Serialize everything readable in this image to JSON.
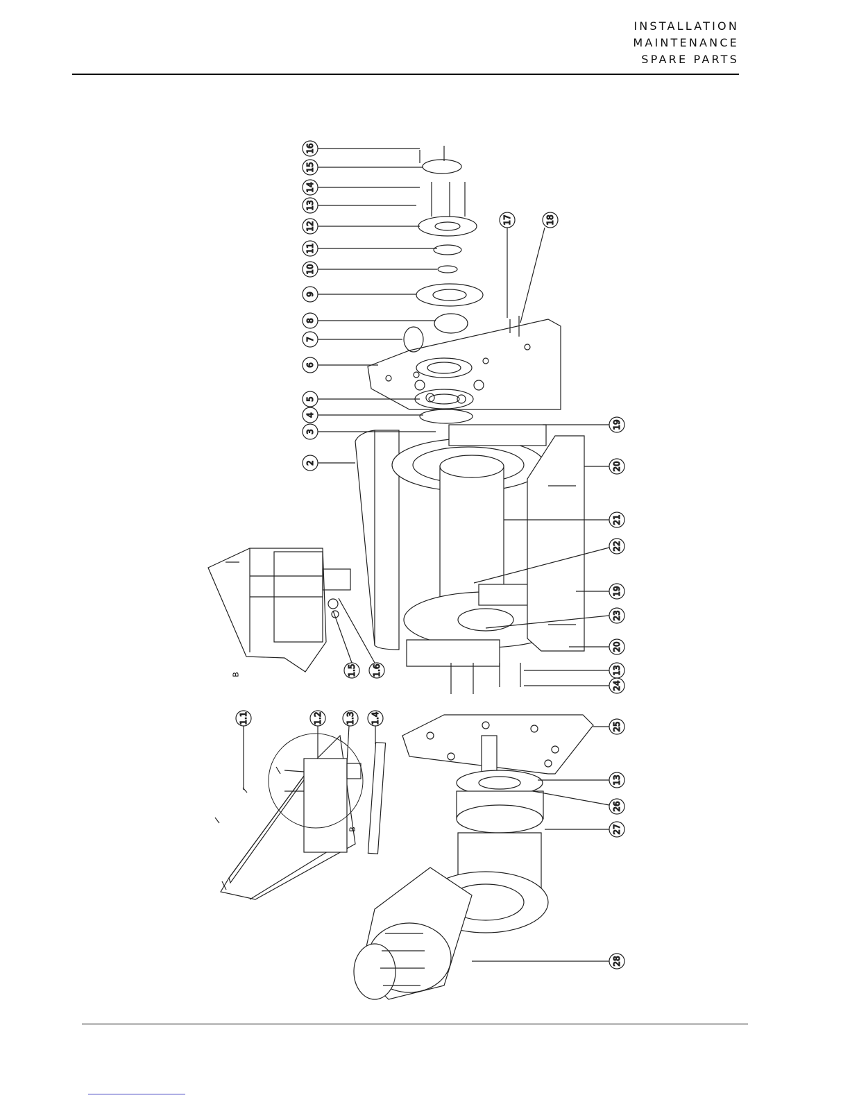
{
  "header": {
    "line1": "INSTALLATION",
    "line2": "MAINTENANCE",
    "line3": "SPARE PARTS"
  },
  "detail_label": "B",
  "callouts": [
    {
      "id": "16",
      "label": "16"
    },
    {
      "id": "15",
      "label": "15"
    },
    {
      "id": "14",
      "label": "14"
    },
    {
      "id": "13",
      "label": "13"
    },
    {
      "id": "12",
      "label": "12"
    },
    {
      "id": "11",
      "label": "11"
    },
    {
      "id": "10",
      "label": "10"
    },
    {
      "id": "9",
      "label": "9"
    },
    {
      "id": "8",
      "label": "8"
    },
    {
      "id": "7",
      "label": "7"
    },
    {
      "id": "6",
      "label": "6"
    },
    {
      "id": "5",
      "label": "5"
    },
    {
      "id": "4",
      "label": "4"
    },
    {
      "id": "3",
      "label": "3"
    },
    {
      "id": "2",
      "label": "2"
    },
    {
      "id": "17",
      "label": "17"
    },
    {
      "id": "18",
      "label": "18"
    },
    {
      "id": "19a",
      "label": "19"
    },
    {
      "id": "20a",
      "label": "20"
    },
    {
      "id": "21",
      "label": "21"
    },
    {
      "id": "22",
      "label": "22"
    },
    {
      "id": "19b",
      "label": "19"
    },
    {
      "id": "23",
      "label": "23"
    },
    {
      "id": "20b",
      "label": "20"
    },
    {
      "id": "13b",
      "label": "13"
    },
    {
      "id": "24",
      "label": "24"
    },
    {
      "id": "25",
      "label": "25"
    },
    {
      "id": "13c",
      "label": "13"
    },
    {
      "id": "26",
      "label": "26"
    },
    {
      "id": "27",
      "label": "27"
    },
    {
      "id": "28",
      "label": "28"
    },
    {
      "id": "1.1",
      "label": "1.1"
    },
    {
      "id": "1.2",
      "label": "1.2"
    },
    {
      "id": "1.3",
      "label": "1.3"
    },
    {
      "id": "1.4",
      "label": "1.4"
    },
    {
      "id": "1.5",
      "label": "1.5"
    },
    {
      "id": "1.6",
      "label": "1.6"
    }
  ]
}
